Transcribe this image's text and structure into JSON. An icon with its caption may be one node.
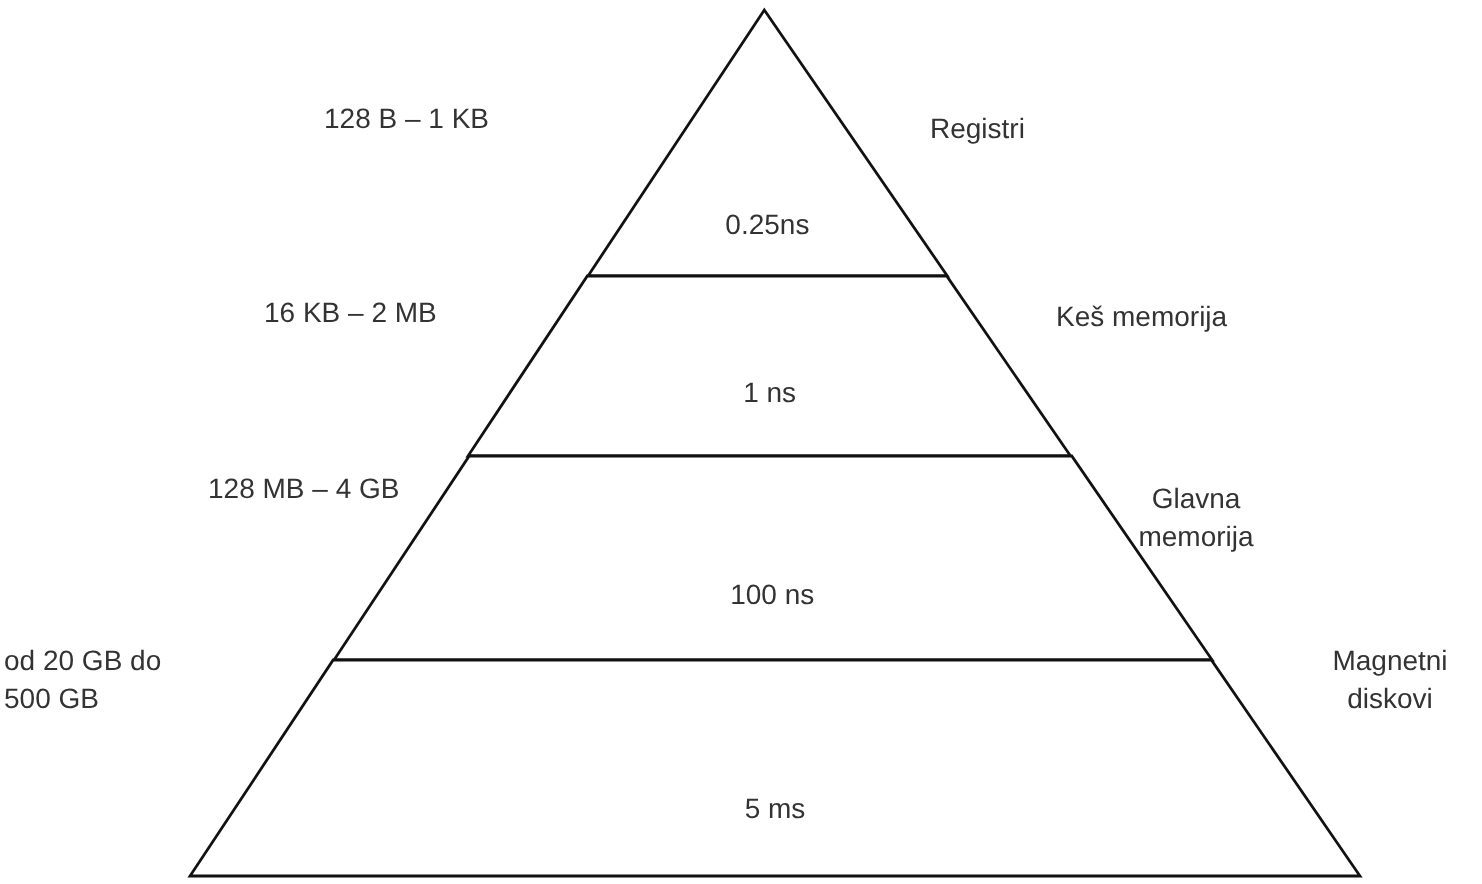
{
  "diagram": {
    "nodes": [
      {
        "text": [
          "0.25ns"
        ],
        "beside": [
          "128 B – 1 KB",
          "Registri"
        ]
      },
      {
        "text": [
          "1 ns"
        ],
        "beside": [
          "16 KB – 2 MB",
          "Keš memorija"
        ]
      },
      {
        "text": [
          "100 ns"
        ],
        "beside": [
          "128 MB – 4 GB",
          "Glavna memorija"
        ]
      },
      {
        "text": [
          "5 ms"
        ],
        "beside": [
          "od 20 GB do 500 GB",
          "Magnetni diskovi"
        ]
      }
    ]
  }
}
